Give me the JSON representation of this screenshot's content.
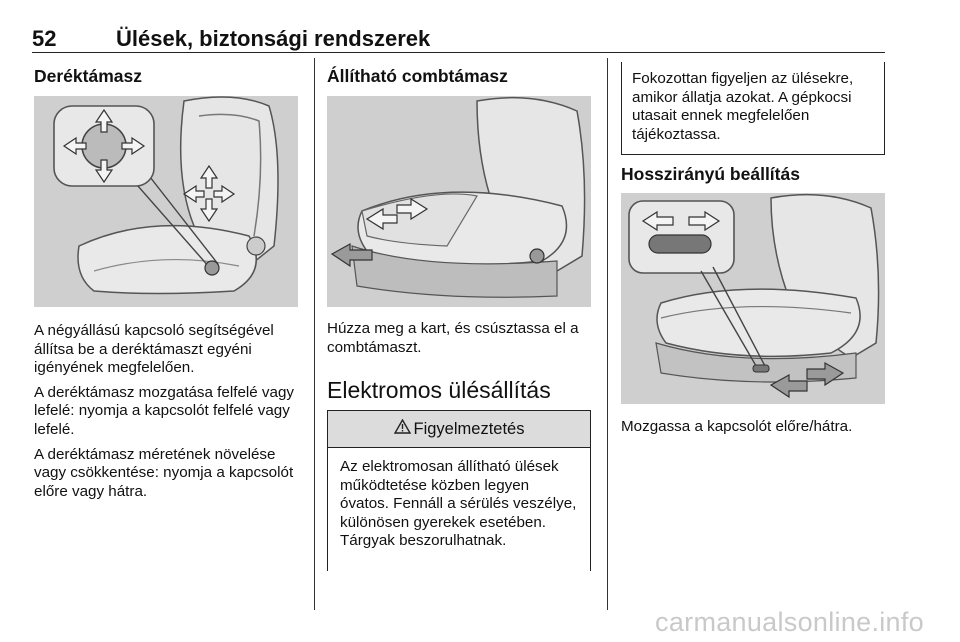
{
  "header": {
    "page_number": "52",
    "title": "Ülések, biztonsági rendszerek"
  },
  "col1": {
    "heading": "Deréktámasz",
    "figure": {
      "icon": "seat-lumbar-support-illustration"
    },
    "paragraphs": [
      "A négyállású kapcsoló segítségével állítsa be a deréktámaszt egyéni igényének megfelelően.",
      "A deréktámasz mozgatása felfelé vagy lefelé: nyomja a kapcsolót felfelé vagy lefelé.",
      "A deréktámasz méretének növelése vagy csökkentése: nyomja a kapcsolót előre vagy hátra."
    ]
  },
  "col2": {
    "heading": "Állítható combtámasz",
    "figure": {
      "icon": "seat-thigh-support-illustration"
    },
    "paragraph": "Húzza meg a kart, és csúsztassa el a combtámaszt.",
    "section_heading": "Elektromos ülésállítás",
    "warning": {
      "icon": "warning-triangle-icon",
      "title": "Figyelmeztetés",
      "body": "Az elektromosan állítható ülések működtetése közben legyen óvatos. Fennáll a sérülés veszélye, különösen gyerekek esetében. Tárgyak beszorulhatnak."
    }
  },
  "col3": {
    "note": "Fokozottan figyeljen az ülésekre, amikor állatja azokat. A gépkocsi utasait ennek megfelelően tájékoztassa.",
    "heading": "Hosszirányú beállítás",
    "figure": {
      "icon": "seat-longitudinal-adjustment-illustration"
    },
    "paragraph": "Mozgassa a kapcsolót előre/hátra."
  },
  "watermark": "carmanualsonline.info"
}
